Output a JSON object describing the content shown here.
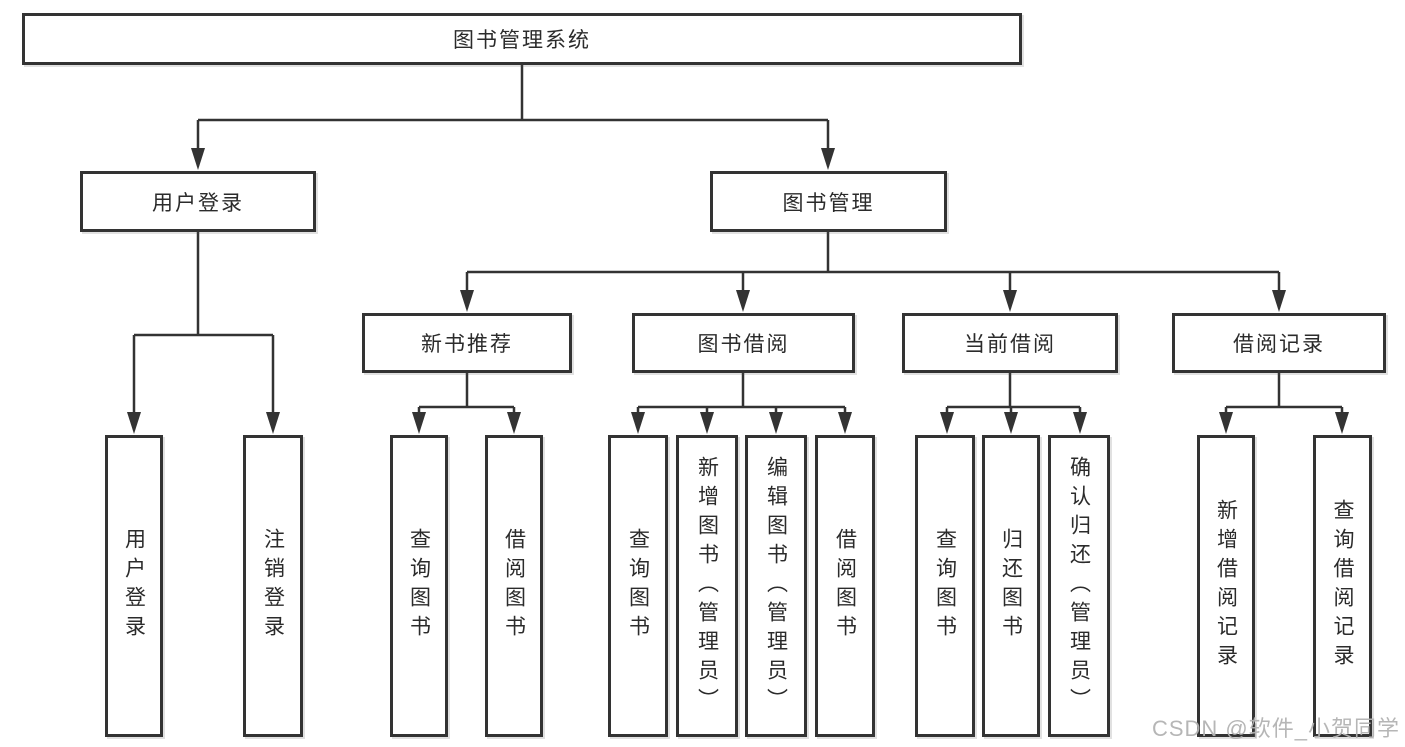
{
  "diagram": {
    "root": {
      "label": "图书管理系统"
    },
    "branches": [
      {
        "label": "用户登录",
        "children": [
          {
            "label": "用户登录"
          },
          {
            "label": "注销登录"
          }
        ]
      },
      {
        "label": "图书管理",
        "children": [
          {
            "label": "新书推荐",
            "children": [
              {
                "label": "查询图书"
              },
              {
                "label": "借阅图书"
              }
            ]
          },
          {
            "label": "图书借阅",
            "children": [
              {
                "label": "查询图书"
              },
              {
                "label": "新增图书（管理员）"
              },
              {
                "label": "编辑图书（管理员）"
              },
              {
                "label": "借阅图书"
              }
            ]
          },
          {
            "label": "当前借阅",
            "children": [
              {
                "label": "查询图书"
              },
              {
                "label": "归还图书"
              },
              {
                "label": "确认归还（管理员）"
              }
            ]
          },
          {
            "label": "借阅记录",
            "children": [
              {
                "label": "新增借阅记录"
              },
              {
                "label": "查询借阅记录"
              }
            ]
          }
        ]
      }
    ]
  },
  "watermark": {
    "text": "CSDN @软件_小贺同学"
  },
  "colors": {
    "line": "#333333",
    "text": "#2b2b2b",
    "background": "#ffffff",
    "watermark": "#b2b2b2"
  }
}
